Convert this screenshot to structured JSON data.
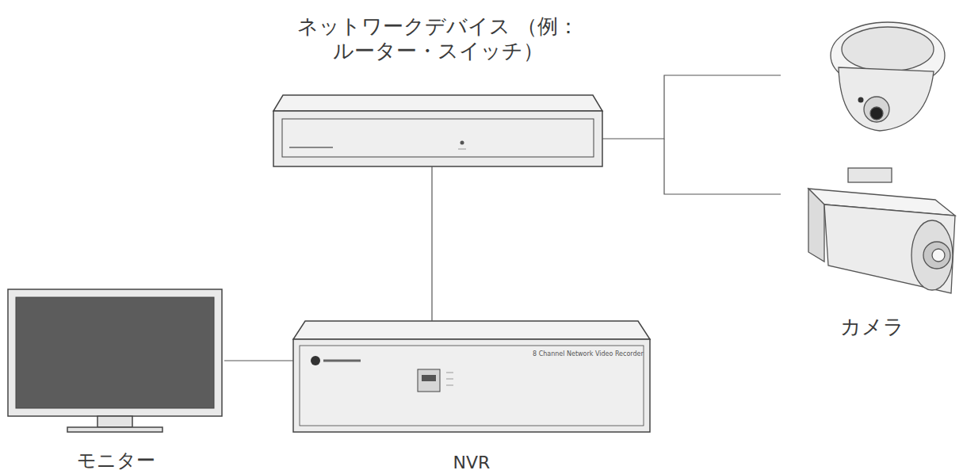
{
  "diagram": {
    "nodes": [
      {
        "text": [
          "ネットワークデバイス （例：ルーター・スイッチ）"
        ]
      },
      {
        "text": [
          "カメラ"
        ]
      },
      {
        "text": [
          "モニター"
        ]
      },
      {
        "text": [
          "NVR"
        ]
      }
    ],
    "edges": [
      {
        "from": 0,
        "to": 1,
        "arrow": "none"
      },
      {
        "from": 0,
        "to": 3,
        "arrow": "none"
      },
      {
        "from": 3,
        "to": 2,
        "arrow": "none"
      }
    ],
    "labels": [
      "8 Channel Network Video Recorder"
    ]
  }
}
